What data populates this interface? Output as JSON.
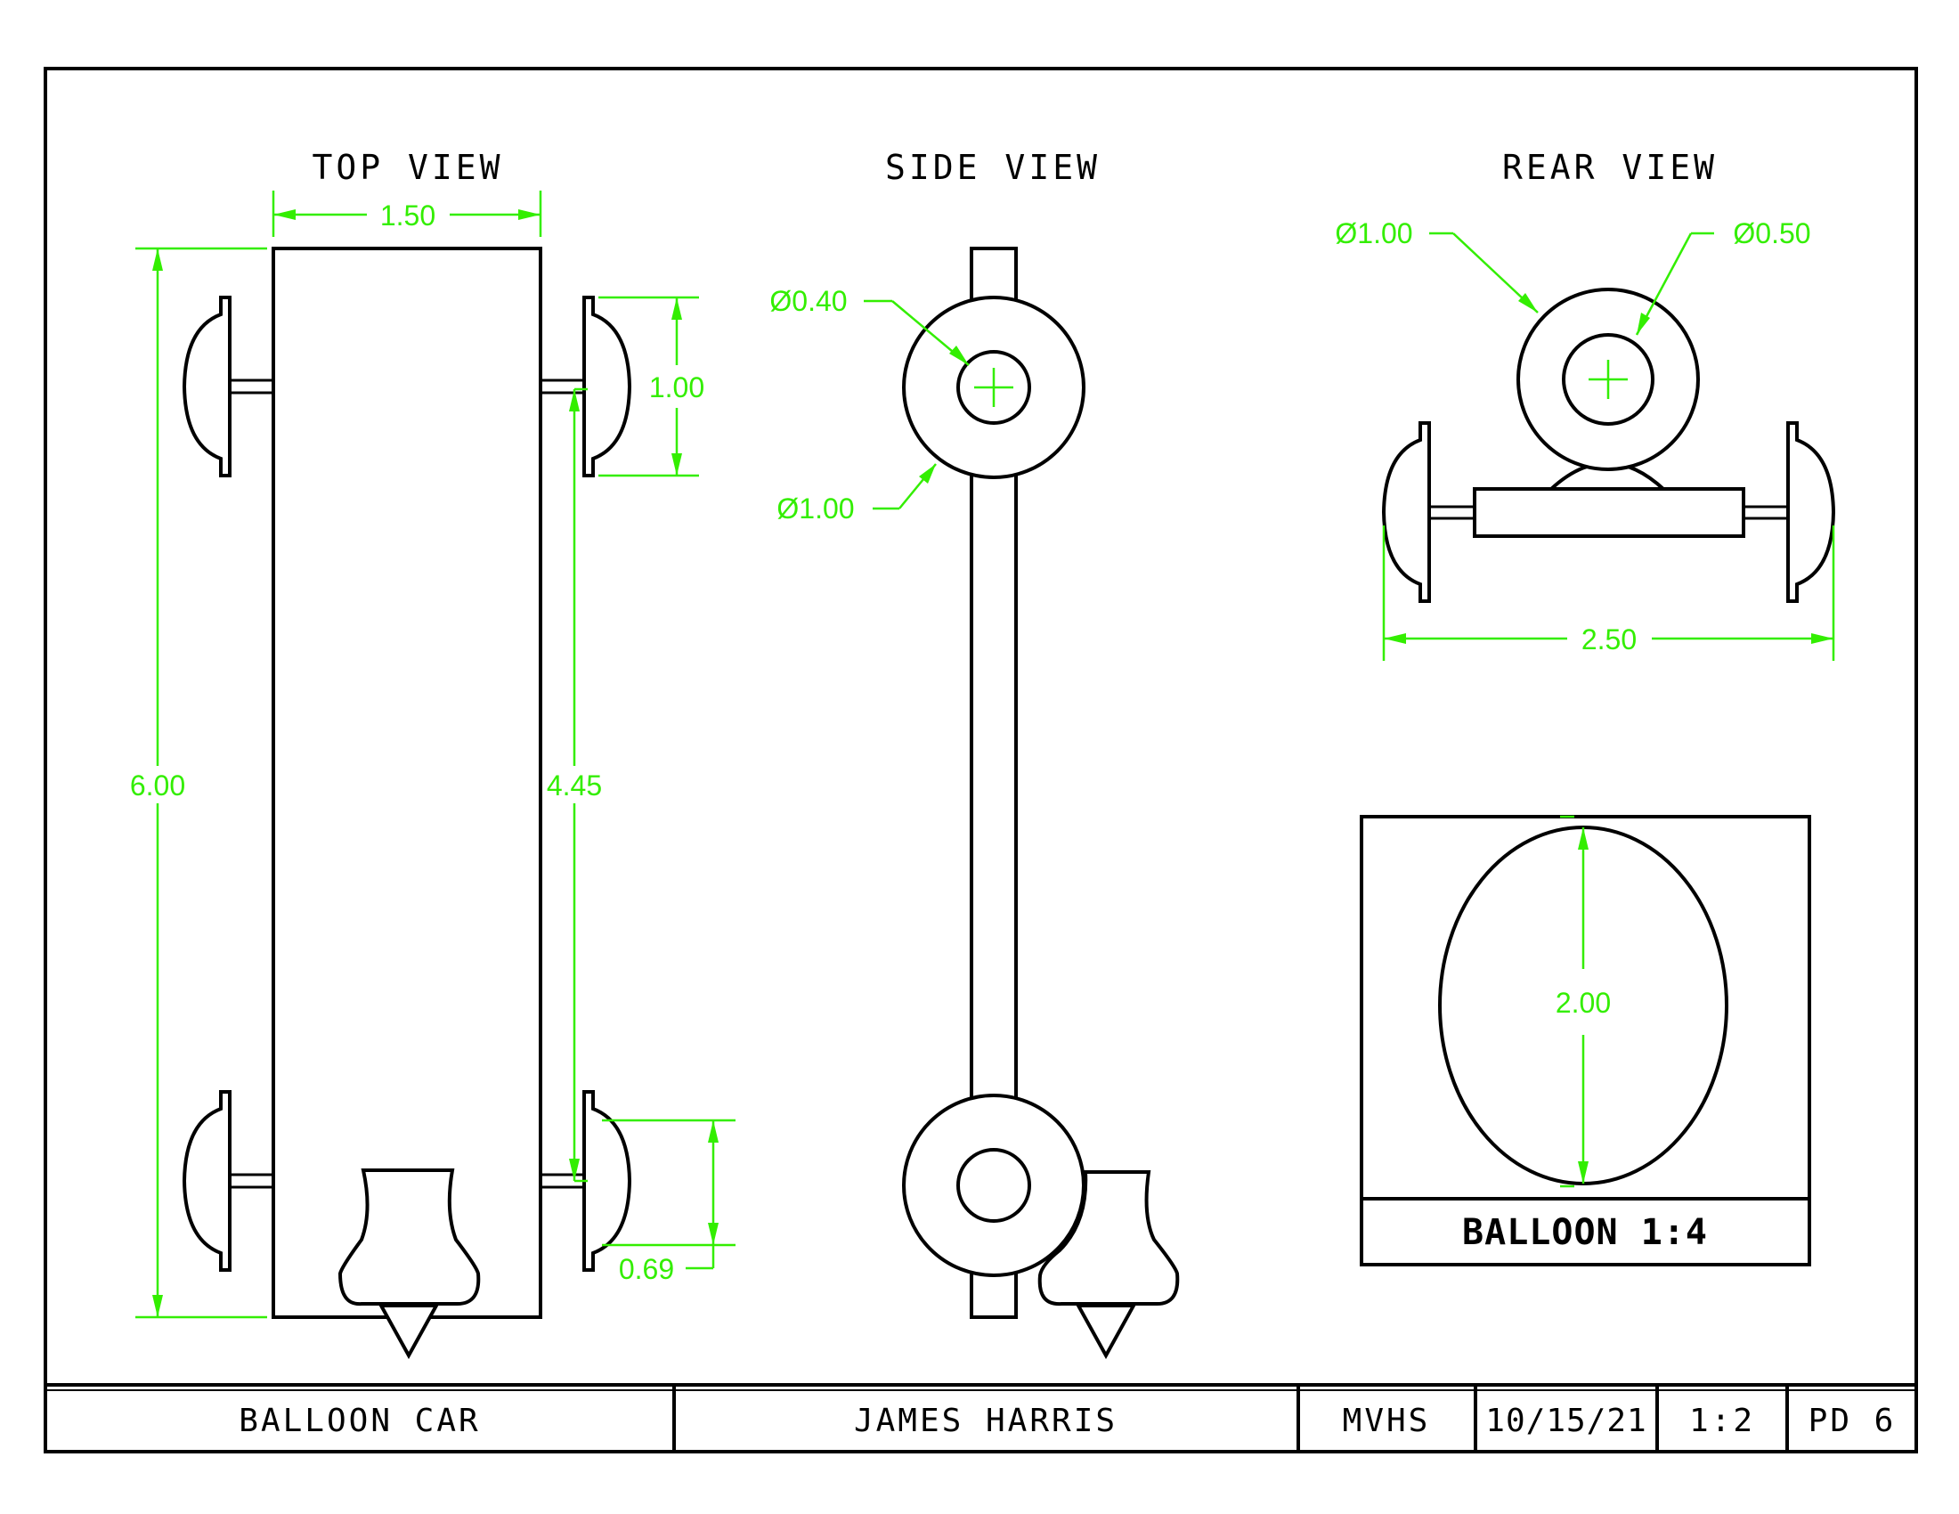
{
  "views": {
    "top_title": "TOP VIEW",
    "side_title": "SIDE VIEW",
    "rear_title": "REAR VIEW"
  },
  "dimensions": {
    "top_width": "1.50",
    "top_length": "6.00",
    "top_wheel_dia": "1.00",
    "top_wheelbase": "4.45",
    "top_rear_offset": "0.69",
    "side_axle_dia": "Ø0.40",
    "side_wheel_dia": "Ø1.00",
    "rear_wheel_dia": "Ø1.00",
    "rear_hub_dia": "Ø0.50",
    "rear_track": "2.50",
    "balloon_dia": "2.00"
  },
  "balloon_detail": {
    "label": "BALLOON 1:4"
  },
  "title_block": {
    "project": "BALLOON CAR",
    "author": "JAMES HARRIS",
    "school": "MVHS",
    "date": "10/15/21",
    "scale": "1:2",
    "period": "PD 6"
  },
  "colors": {
    "dimension": "#33ee00",
    "line": "#000000"
  }
}
